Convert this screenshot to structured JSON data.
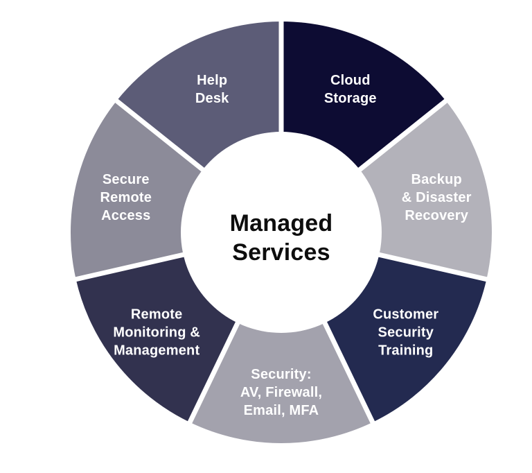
{
  "chart_data": {
    "type": "pie",
    "subtype": "donut",
    "title": "Managed Services",
    "center_label": "Managed Services",
    "legend": "none",
    "start_angle_deg": 0,
    "direction": "clockwise",
    "gap_color": "#ffffff",
    "hole_color": "#ffffff",
    "background_color": "#ffffff",
    "center_title_color": "#0d0d0d",
    "segments": [
      {
        "id": "cloud-storage",
        "label": "Cloud Storage",
        "lines": [
          "Cloud",
          "Storage"
        ],
        "value": 1,
        "share_pct": 14.3,
        "color": "#0d0c33",
        "text_color": "#ffffff"
      },
      {
        "id": "backup-disaster-recovery",
        "label": "Backup & Disaster Recovery",
        "lines": [
          "Backup",
          "& Disaster",
          "Recovery"
        ],
        "value": 1,
        "share_pct": 14.3,
        "color": "#b3b2ba",
        "text_color": "#ffffff"
      },
      {
        "id": "customer-security-training",
        "label": "Customer Security Training",
        "lines": [
          "Customer",
          "Security",
          "Training"
        ],
        "value": 1,
        "share_pct": 14.3,
        "color": "#232a50",
        "text_color": "#ffffff"
      },
      {
        "id": "security-av-firewall-email-mfa",
        "label": "Security: AV, Firewall, Email, MFA",
        "lines": [
          "Security:",
          "AV, Firewall,",
          "Email, MFA"
        ],
        "value": 1,
        "share_pct": 14.3,
        "color": "#a3a2ad",
        "text_color": "#ffffff"
      },
      {
        "id": "remote-monitoring-management",
        "label": "Remote Monitoring & Management",
        "lines": [
          "Remote",
          "Monitoring &",
          "Management"
        ],
        "value": 1,
        "share_pct": 14.3,
        "color": "#32324f",
        "text_color": "#ffffff"
      },
      {
        "id": "secure-remote-access",
        "label": "Secure Remote Access",
        "lines": [
          "Secure",
          "Remote",
          "Access"
        ],
        "value": 1,
        "share_pct": 14.3,
        "color": "#8c8b99",
        "text_color": "#ffffff"
      },
      {
        "id": "help-desk",
        "label": "Help Desk",
        "lines": [
          "Help",
          "Desk"
        ],
        "value": 1,
        "share_pct": 14.3,
        "color": "#5c5c77",
        "text_color": "#ffffff"
      }
    ]
  }
}
